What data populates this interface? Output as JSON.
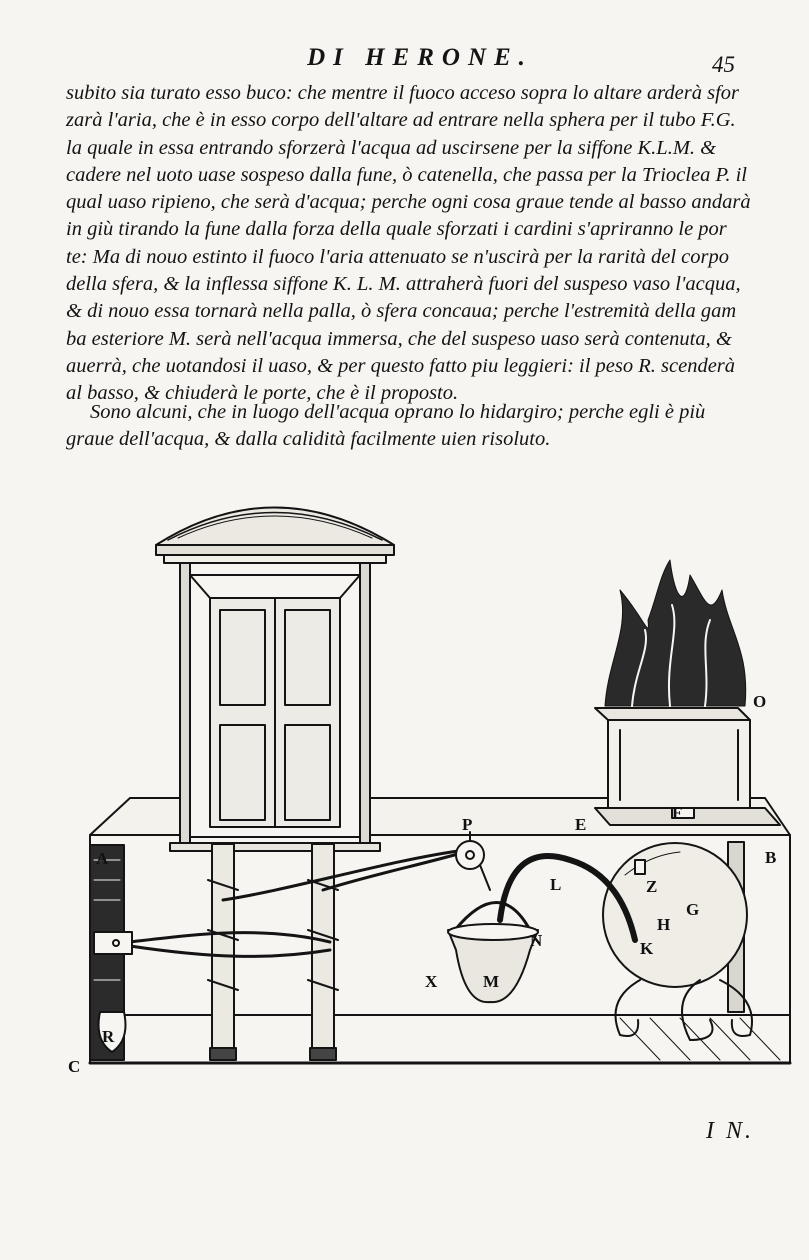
{
  "header": {
    "running_head": "DI HERONE.",
    "page_number": "45"
  },
  "paragraph1": [
    "subito sia turato esso buco: che mentre il fuoco acceso sopra lo altare arderà sfor",
    "zarà l'aria, che è in esso corpo dell'altare ad entrare nella sphera per il tubo F.G.",
    "la quale in essa entrando sforzerà l'acqua ad uscirsene per la siffone K.L.M. &",
    "cadere nel uoto uase sospeso dalla fune, ò catenella, che passa per la Trioclea P. il",
    "qual uaso ripieno, che serà d'acqua; perche ogni cosa graue tende al basso andarà",
    "in giù tirando la fune dalla forza della quale sforzati i cardini s'apriranno le por",
    "te: Ma di nouo estinto il fuoco l'aria attenuato se n'uscirà per la rarità del corpo",
    "della sfera, & la inflessa siffone K. L. M. attraherà fuori del suspeso vaso l'acqua,",
    "& di nouo essa tornarà nella palla, ò sfera concaua; perche l'estremità della gam",
    "ba esteriore M. serà nell'acqua immersa, che del suspeso uaso serà contenuta, &",
    "auerrà, che uotandosi il uaso, & per questo fatto piu leggieri: il peso R. scenderà",
    "al basso, & chiuderà le porte, che è il proposto."
  ],
  "paragraph2": [
    "Sono alcuni, che in luogo dell'acqua oprano lo hidargiro; perche egli è più",
    "graue dell'acqua, & dalla calidità facilmente uien risoluto."
  ],
  "figure": {
    "labels": {
      "a": "A",
      "b": "B",
      "c": "C",
      "e": "E",
      "f": "F",
      "g": "G",
      "h": "H",
      "k": "K",
      "l": "L",
      "m": "M",
      "n": "N",
      "o": "O",
      "p": "P",
      "r": "R",
      "x": "X",
      "z": "Z"
    }
  },
  "catchword": "I N."
}
